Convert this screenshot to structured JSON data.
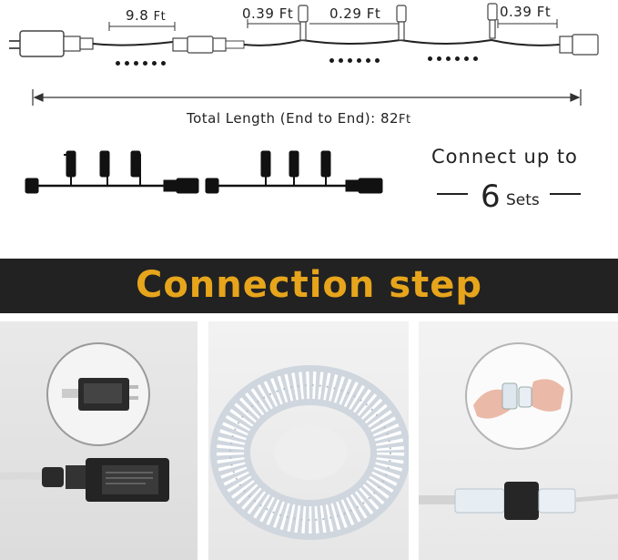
{
  "diagram": {
    "segment_1": "9.8",
    "segment_2": "0.39",
    "segment_3": "0.29",
    "segment_4": "0.39",
    "unit": "Ft",
    "total_label": "Total Length (End to End):",
    "total_value": "82",
    "total_unit": "Ft"
  },
  "connect": {
    "line1": "Connect up to",
    "count": "6",
    "unit": "Sets"
  },
  "banner": {
    "title": "Connection step",
    "title_color": "#e7a51c",
    "background": "#222222"
  },
  "panels": [
    {
      "name": "adapter-step-photo"
    },
    {
      "name": "coiled-lights-photo"
    },
    {
      "name": "connector-step-photo"
    }
  ]
}
